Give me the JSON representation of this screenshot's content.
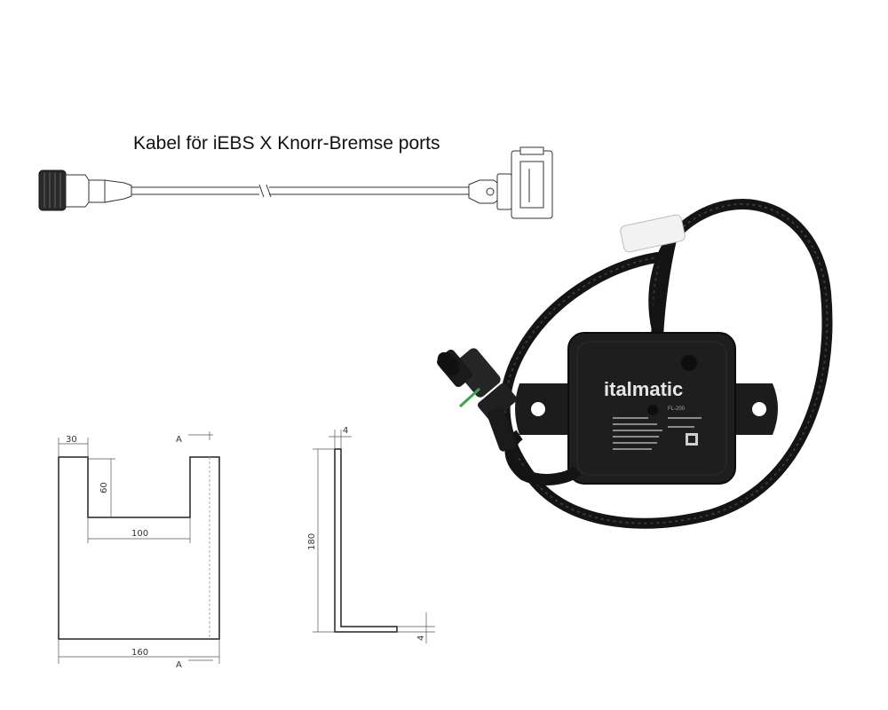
{
  "title": "Kabel för iEBS X Knorr-Bremse ports",
  "receiver": {
    "brand": "italmatic",
    "model": "FL-200"
  },
  "bracket_front": {
    "width_label": "30",
    "height_label": "60",
    "notch_label": "100",
    "total_label": "160",
    "section_top": "A",
    "section_bottom": "A"
  },
  "bracket_side": {
    "thickness_top": "4",
    "height_label": "180",
    "thickness_bottom": "4"
  },
  "colors": {
    "device": "#1e1e1e",
    "cable": "#161616",
    "accent_green": "#3fa34d"
  }
}
